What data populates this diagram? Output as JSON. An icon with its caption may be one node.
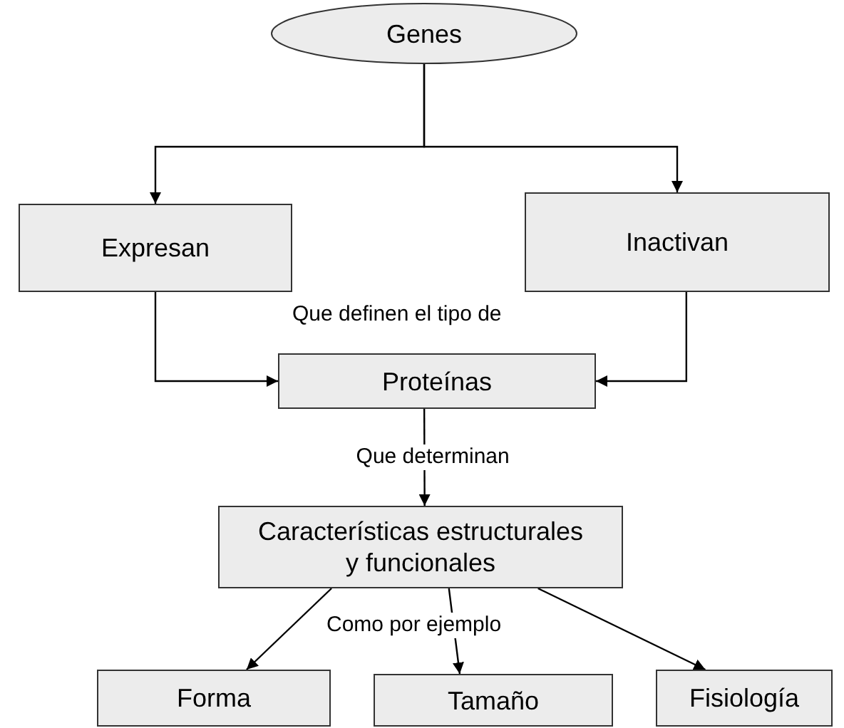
{
  "diagram": {
    "nodes": [
      {
        "text": [
          "Genes"
        ]
      },
      {
        "text": [
          "Expresan"
        ]
      },
      {
        "text": [
          "Inactivan"
        ]
      },
      {
        "text": [
          "Proteínas"
        ]
      },
      {
        "text": [
          "Características estructurales y funcionales"
        ]
      },
      {
        "text": [
          "Forma"
        ]
      },
      {
        "text": [
          "Tamaño"
        ]
      },
      {
        "text": [
          "Fisiología"
        ]
      }
    ],
    "edges": [
      {
        "from": 0,
        "to": 1,
        "arrow": "to"
      },
      {
        "from": 0,
        "to": 2,
        "arrow": "to"
      },
      {
        "from": 1,
        "to": 3,
        "arrow": "to"
      },
      {
        "from": 2,
        "to": 3,
        "arrow": "to"
      },
      {
        "from": 3,
        "to": 4,
        "arrow": "to",
        "label": "Que determinan"
      },
      {
        "from": 4,
        "to": 5,
        "arrow": "to"
      },
      {
        "from": 4,
        "to": 6,
        "arrow": "to"
      },
      {
        "from": 4,
        "to": 7,
        "arrow": "to"
      }
    ],
    "labels": [
      "Que definen el tipo de",
      "Como por ejemplo"
    ]
  }
}
